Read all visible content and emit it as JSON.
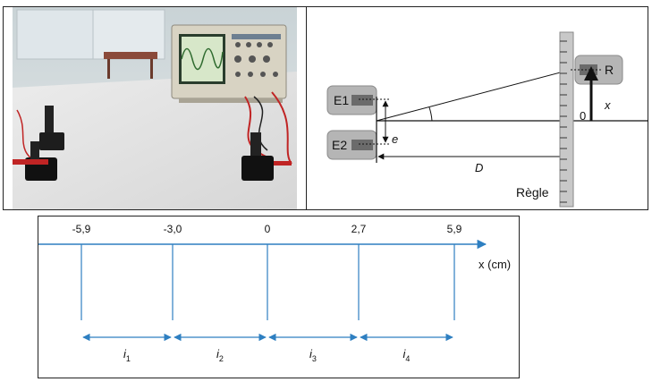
{
  "setup_diagram": {
    "emitter_1": "E1",
    "emitter_2": "E2",
    "receiver": "R",
    "spacing_label": "e",
    "distance_label": "D",
    "position_label": "x",
    "origin_label": "0",
    "ruler_label": "Règle"
  },
  "axis_diagram": {
    "axis_label": "x (cm)",
    "ticks": [
      {
        "label": "-5,9",
        "value": -5.9
      },
      {
        "label": "-3,0",
        "value": -3.0
      },
      {
        "label": "0",
        "value": 0
      },
      {
        "label": "2,7",
        "value": 2.7
      },
      {
        "label": "5,9",
        "value": 5.9
      }
    ],
    "intervals": [
      {
        "letter": "i",
        "index": "1"
      },
      {
        "letter": "i",
        "index": "2"
      },
      {
        "letter": "i",
        "index": "3"
      },
      {
        "letter": "i",
        "index": "4"
      }
    ]
  },
  "colors": {
    "axis_blue": "#2e7fc1",
    "emitter_grey": "#b5b5b5",
    "ruler_grey": "#c8c8c8"
  }
}
